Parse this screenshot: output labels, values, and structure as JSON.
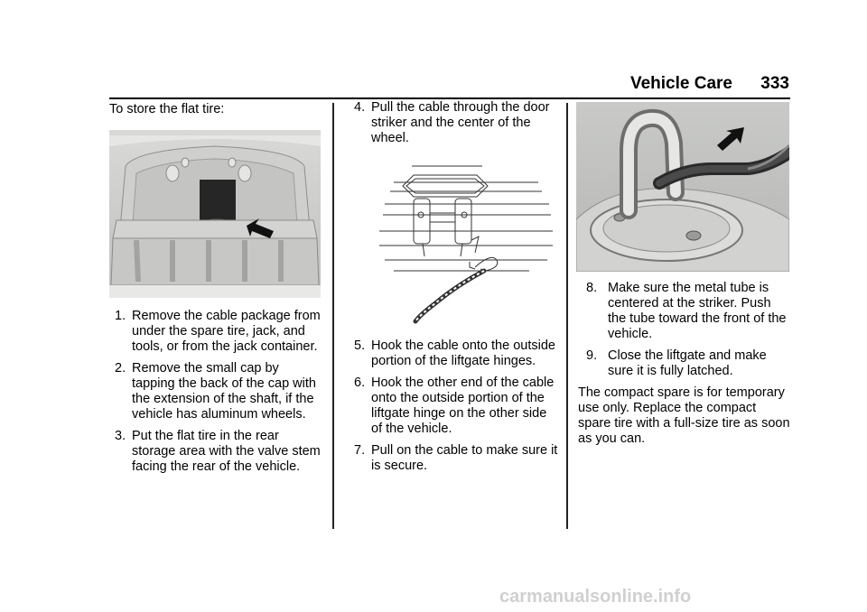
{
  "header": {
    "section": "Vehicle Care",
    "page": "333"
  },
  "col1": {
    "intro": "To store the flat tire:",
    "steps": [
      {
        "num": "1.",
        "text": "Remove the cable package from under the spare tire, jack, and tools, or from the jack container."
      },
      {
        "num": "2.",
        "text": "Remove the small cap by tapping the back of the cap with the extension of the shaft, if the vehicle has aluminum wheels."
      },
      {
        "num": "3.",
        "text": "Put the flat tire in the rear storage area with the valve stem facing the rear of the vehicle."
      }
    ]
  },
  "col2": {
    "step4": {
      "num": "4.",
      "text": "Pull the cable through the door striker and the center of the wheel."
    },
    "steps": [
      {
        "num": "5.",
        "text": "Hook the cable onto the outside portion of the liftgate hinges."
      },
      {
        "num": "6.",
        "text": "Hook the other end of the cable onto the outside portion of the liftgate hinge on the other side of the vehicle."
      },
      {
        "num": "7.",
        "text": "Pull on the cable to make sure it is secure."
      }
    ]
  },
  "col3": {
    "steps": [
      {
        "num": "8.",
        "text": "Make sure the metal tube is centered at the striker. Push the tube toward the front of the vehicle."
      },
      {
        "num": "9.",
        "text": "Close the liftgate and make sure it is fully latched."
      }
    ],
    "note": "The compact spare is for temporary use only. Replace the compact spare tire with a full-size tire as soon as you can."
  },
  "watermark": "carmanualsonline.info"
}
